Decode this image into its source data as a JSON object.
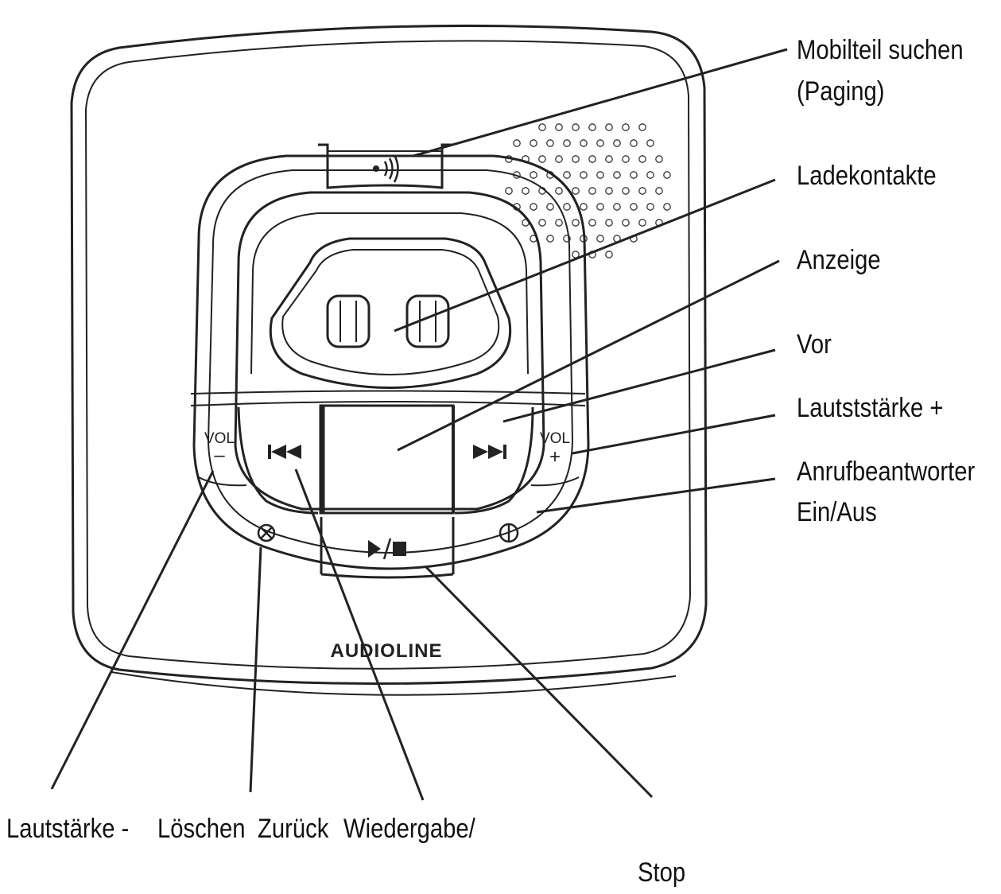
{
  "device": {
    "brand": "AUDIOLINE",
    "buttons": {
      "vol_minus_text": "VOL",
      "vol_minus_sign": "–",
      "vol_plus_text": "VOL",
      "vol_plus_sign": "+",
      "paging_icon": "paging-icon",
      "prev_icon": "skip-back-icon",
      "next_icon": "skip-forward-icon",
      "play_stop_icon": "play-stop-icon",
      "delete_icon": "delete-icon",
      "power_icon": "power-icon"
    }
  },
  "labels": {
    "paging_line1": "Mobilteil suchen",
    "paging_line2": "(Paging)",
    "charging_contacts": "Ladekontakte",
    "display": "Anzeige",
    "forward": "Vor",
    "volume_plus": "Lautststärke +",
    "answering_machine_line1": "Anrufbeantworter",
    "answering_machine_line2": "Ein/Aus",
    "volume_minus": "Lautstärke -",
    "delete": "Löschen",
    "back": "Zurück",
    "playback": "Wiedergabe/",
    "stop": "Stop"
  }
}
